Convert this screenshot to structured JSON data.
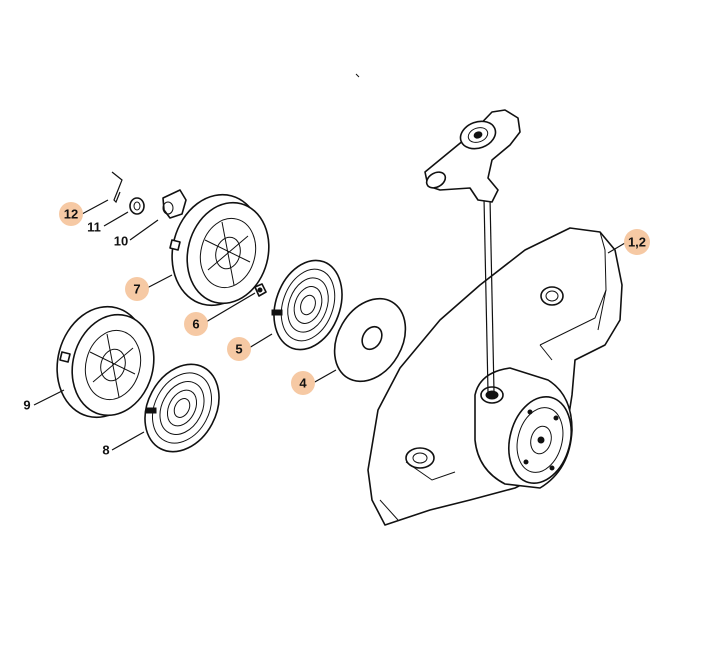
{
  "callouts": [
    {
      "id": "12",
      "label": "12",
      "highlighted": true
    },
    {
      "id": "11",
      "label": "11",
      "highlighted": false
    },
    {
      "id": "10",
      "label": "10",
      "highlighted": false
    },
    {
      "id": "7",
      "label": "7",
      "highlighted": true
    },
    {
      "id": "6",
      "label": "6",
      "highlighted": true
    },
    {
      "id": "5",
      "label": "5",
      "highlighted": true
    },
    {
      "id": "4",
      "label": "4",
      "highlighted": true
    },
    {
      "id": "9",
      "label": "9",
      "highlighted": false
    },
    {
      "id": "8",
      "label": "8",
      "highlighted": false
    },
    {
      "id": "1_2",
      "label": "1,2",
      "highlighted": true
    }
  ],
  "colors": {
    "highlight": "#f6c9a4",
    "line": "#111111",
    "background": "#ffffff"
  }
}
